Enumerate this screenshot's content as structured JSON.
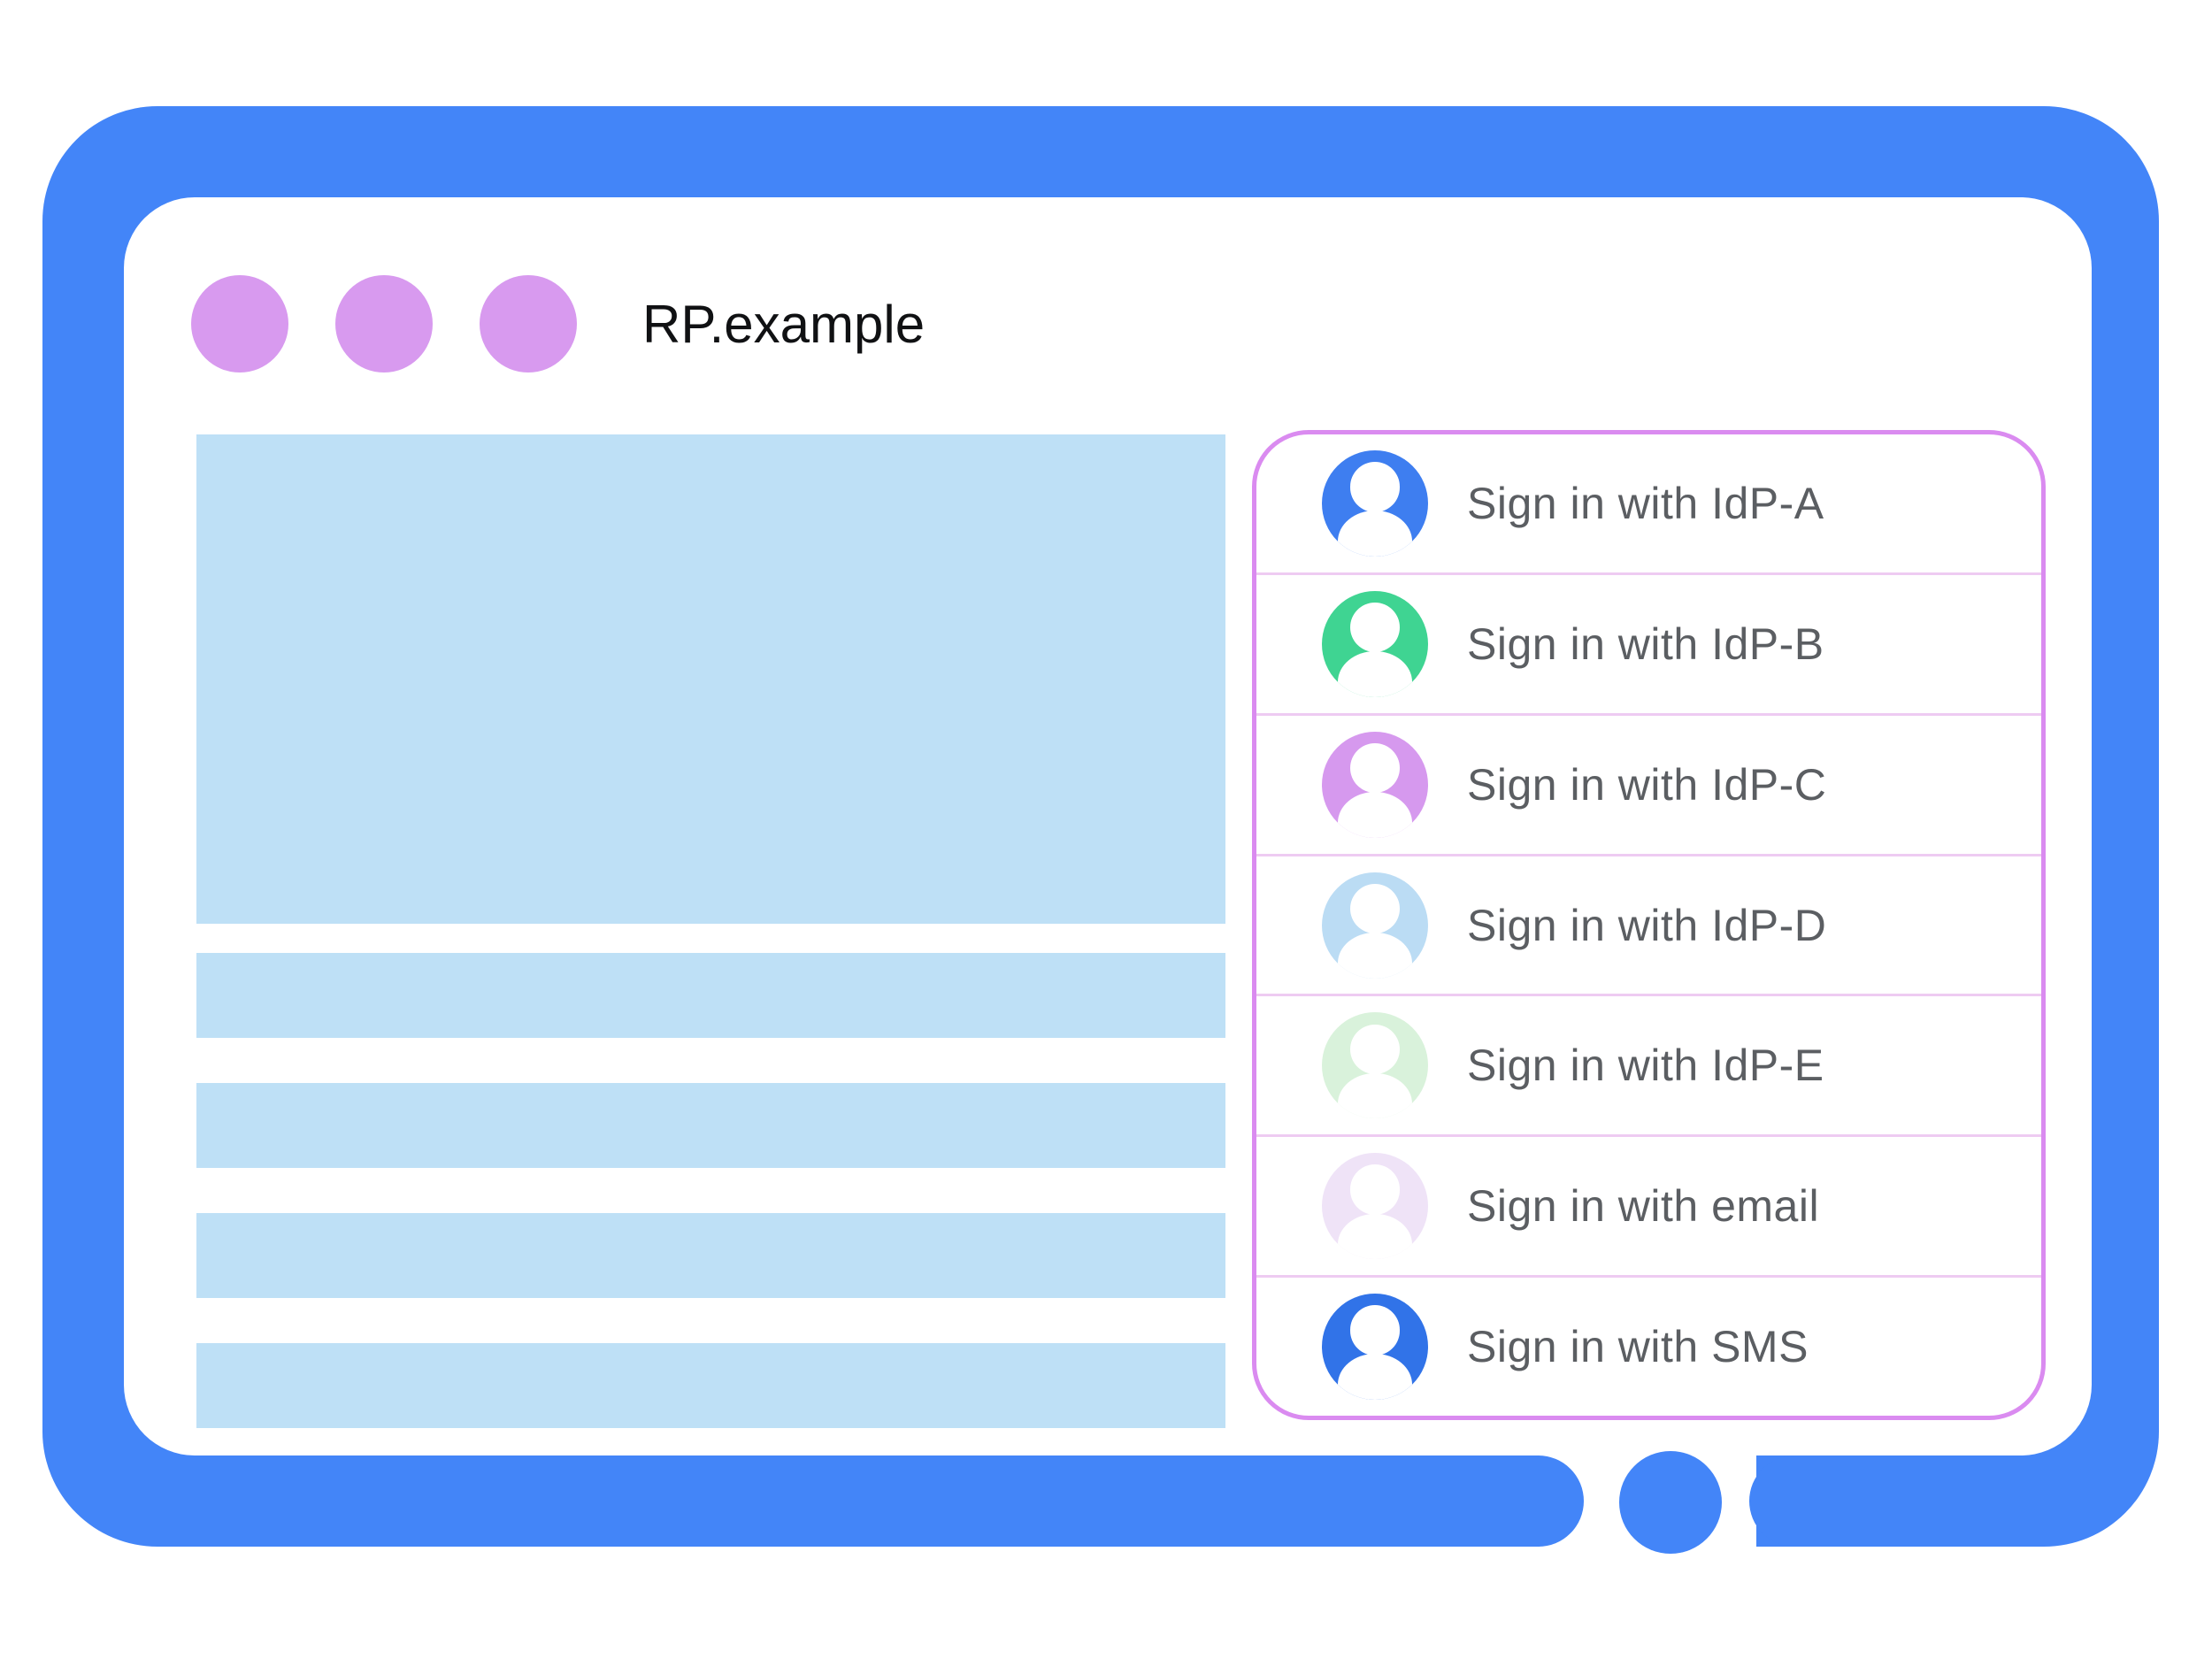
{
  "window": {
    "title": "RP.example",
    "controls_count": 3
  },
  "icons": {
    "window_control": "window-control-dot",
    "signin_avatar": "person-circle-icon",
    "home_button": "home-button-circle"
  },
  "colors": {
    "frame_blue": "#4385F8",
    "placeholder_blue": "#BEE0F6",
    "dot_purple": "#D89AEF",
    "panel_border": "#DA8BF0",
    "divider": "#EECBF2",
    "label_gray": "#5B5E62",
    "title_color": "#101113"
  },
  "content_placeholders": {
    "hero_blocks": 1,
    "text_bars": 4
  },
  "signin_panel": {
    "options": [
      {
        "id": "idp-a",
        "label": "Sign in with IdP-A",
        "avatar_color": "#3E7EF0"
      },
      {
        "id": "idp-b",
        "label": "Sign in with IdP-B",
        "avatar_color": "#3FD492"
      },
      {
        "id": "idp-c",
        "label": "Sign in with IdP-C",
        "avatar_color": "#D699EE"
      },
      {
        "id": "idp-d",
        "label": "Sign in with IdP-D",
        "avatar_color": "#BBDCF4"
      },
      {
        "id": "idp-e",
        "label": "Sign in with IdP-E",
        "avatar_color": "#D9F2DB"
      },
      {
        "id": "email",
        "label": "Sign in with email",
        "avatar_color": "#EFE3F7"
      },
      {
        "id": "sms",
        "label": "Sign in with SMS",
        "avatar_color": "#3173E8"
      }
    ]
  }
}
